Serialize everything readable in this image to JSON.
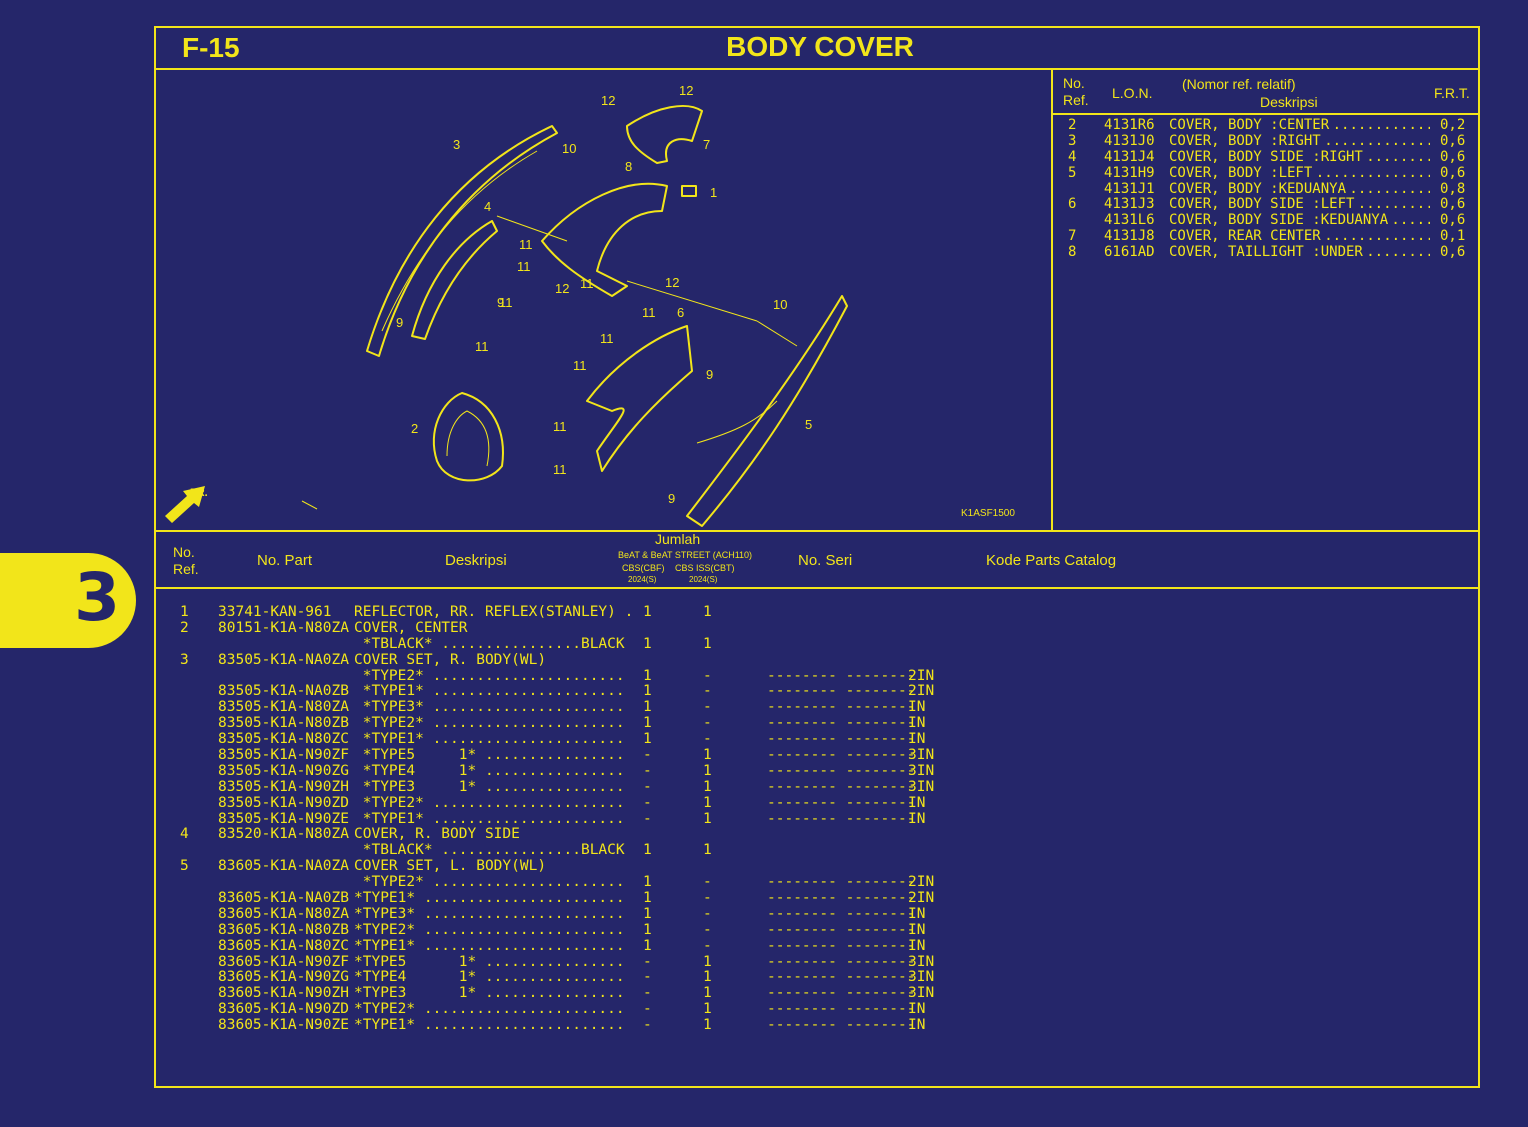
{
  "header": {
    "code": "F-15",
    "title": "BODY COVER"
  },
  "side_tab": {
    "label": "3"
  },
  "diagram": {
    "image_code": "K1ASF1500",
    "fr_label": "FR.",
    "callouts": [
      "12",
      "12",
      "3",
      "10",
      "7",
      "8",
      "1",
      "4",
      "11",
      "11",
      "9",
      "12",
      "11",
      "11",
      "12",
      "9",
      "11",
      "11",
      "6",
      "10",
      "11",
      "11",
      "9",
      "2",
      "11",
      "5",
      "11",
      "9"
    ]
  },
  "ref_table": {
    "headers": {
      "no_ref": "No.\nRef.",
      "lon": "L.O.N.",
      "desc_top": "(Nomor ref. relatif)",
      "desc": "Deskripsi",
      "frt": "F.R.T."
    },
    "rows": [
      {
        "no": "2",
        "lon": "4131R6",
        "desc": "COVER, BODY :CENTER",
        "frt": "0,2"
      },
      {
        "no": "3",
        "lon": "4131J0",
        "desc": "COVER, BODY :RIGHT",
        "frt": "0,6"
      },
      {
        "no": "4",
        "lon": "4131J4",
        "desc": "COVER, BODY SIDE :RIGHT",
        "frt": "0,6"
      },
      {
        "no": "5",
        "lon": "4131H9",
        "desc": "COVER, BODY :LEFT",
        "frt": "0,6"
      },
      {
        "no": "",
        "lon": "4131J1",
        "desc": "COVER, BODY :KEDUANYA",
        "frt": "0,8"
      },
      {
        "no": "6",
        "lon": "4131J3",
        "desc": "COVER, BODY SIDE :LEFT",
        "frt": "0,6"
      },
      {
        "no": "",
        "lon": "4131L6",
        "desc": "COVER, BODY SIDE :KEDUANYA",
        "frt": "0,6"
      },
      {
        "no": "7",
        "lon": "4131J8",
        "desc": "COVER, REAR CENTER",
        "frt": "0,1"
      },
      {
        "no": "8",
        "lon": "6161AD",
        "desc": "COVER, TAILLIGHT :UNDER",
        "frt": "0,6"
      }
    ]
  },
  "parts_table": {
    "headers": {
      "no_ref": "No.\nRef.",
      "no_part": "No. Part",
      "desc": "Deskripsi",
      "jumlah": "Jumlah",
      "jumlah_model": "BeAT & BeAT STREET (ACH110)",
      "col1": "CBS(CBF)",
      "col1_year": "2024(S)",
      "col2": "CBS ISS(CBT)",
      "col2_year": "2024(S)",
      "no_seri": "No. Seri",
      "kode": "Kode Parts Catalog"
    },
    "rows": [
      {
        "ref": "1",
        "part": "33741-KAN-961",
        "desc": "REFLECTOR, RR. REFLEX(STANLEY) .",
        "q1": "1",
        "q2": "1",
        "seri": "",
        "code": ""
      },
      {
        "ref": "2",
        "part": "80151-K1A-N80ZA",
        "desc": "COVER, CENTER",
        "q1": "",
        "q2": "",
        "seri": "",
        "code": ""
      },
      {
        "ref": "",
        "part": "",
        "desc": " *TBLACK* ................BLACK",
        "q1": "1",
        "q2": "1",
        "seri": "",
        "code": ""
      },
      {
        "ref": "3",
        "part": "83505-K1A-NA0ZA",
        "desc": "COVER SET, R. BODY(WL)",
        "q1": "",
        "q2": "",
        "seri": "",
        "code": ""
      },
      {
        "ref": "",
        "part": "",
        "desc": " *TYPE2* ......................",
        "q1": "1",
        "q2": "-",
        "seri": "-------- --------",
        "code": "2IN"
      },
      {
        "ref": "",
        "part": "83505-K1A-NA0ZB",
        "desc": " *TYPE1* ......................",
        "q1": "1",
        "q2": "-",
        "seri": "-------- --------",
        "code": "2IN"
      },
      {
        "ref": "",
        "part": "83505-K1A-N80ZA",
        "desc": " *TYPE3* ......................",
        "q1": "1",
        "q2": "-",
        "seri": "-------- --------",
        "code": "IN"
      },
      {
        "ref": "",
        "part": "83505-K1A-N80ZB",
        "desc": " *TYPE2* ......................",
        "q1": "1",
        "q2": "-",
        "seri": "-------- --------",
        "code": "IN"
      },
      {
        "ref": "",
        "part": "83505-K1A-N80ZC",
        "desc": " *TYPE1* ......................",
        "q1": "1",
        "q2": "-",
        "seri": "-------- --------",
        "code": "IN"
      },
      {
        "ref": "",
        "part": "83505-K1A-N90ZF",
        "desc": " *TYPE5     1* ................",
        "q1": "-",
        "q2": "1",
        "seri": "-------- --------",
        "code": "3IN"
      },
      {
        "ref": "",
        "part": "83505-K1A-N90ZG",
        "desc": " *TYPE4     1* ................",
        "q1": "-",
        "q2": "1",
        "seri": "-------- --------",
        "code": "3IN"
      },
      {
        "ref": "",
        "part": "83505-K1A-N90ZH",
        "desc": " *TYPE3     1* ................",
        "q1": "-",
        "q2": "1",
        "seri": "-------- --------",
        "code": "3IN"
      },
      {
        "ref": "",
        "part": "83505-K1A-N90ZD",
        "desc": " *TYPE2* ......................",
        "q1": "-",
        "q2": "1",
        "seri": "-------- --------",
        "code": "IN"
      },
      {
        "ref": "",
        "part": "83505-K1A-N90ZE",
        "desc": " *TYPE1* ......................",
        "q1": "-",
        "q2": "1",
        "seri": "-------- --------",
        "code": "IN"
      },
      {
        "ref": "4",
        "part": "83520-K1A-N80ZA",
        "desc": "COVER, R. BODY SIDE",
        "q1": "",
        "q2": "",
        "seri": "",
        "code": ""
      },
      {
        "ref": "",
        "part": "",
        "desc": " *TBLACK* ................BLACK",
        "q1": "1",
        "q2": "1",
        "seri": "",
        "code": ""
      },
      {
        "ref": "5",
        "part": "83605-K1A-NA0ZA",
        "desc": "COVER SET, L. BODY(WL)",
        "q1": "",
        "q2": "",
        "seri": "",
        "code": ""
      },
      {
        "ref": "",
        "part": "",
        "desc": " *TYPE2* ......................",
        "q1": "1",
        "q2": "-",
        "seri": "-------- --------",
        "code": "2IN"
      },
      {
        "ref": "",
        "part": "83605-K1A-NA0ZB",
        "desc": "*TYPE1* .......................",
        "q1": "1",
        "q2": "-",
        "seri": "-------- --------",
        "code": "2IN"
      },
      {
        "ref": "",
        "part": "83605-K1A-N80ZA",
        "desc": "*TYPE3* .......................",
        "q1": "1",
        "q2": "-",
        "seri": "-------- --------",
        "code": "IN"
      },
      {
        "ref": "",
        "part": "83605-K1A-N80ZB",
        "desc": "*TYPE2* .......................",
        "q1": "1",
        "q2": "-",
        "seri": "-------- --------",
        "code": "IN"
      },
      {
        "ref": "",
        "part": "83605-K1A-N80ZC",
        "desc": "*TYPE1* .......................",
        "q1": "1",
        "q2": "-",
        "seri": "-------- --------",
        "code": "IN"
      },
      {
        "ref": "",
        "part": "83605-K1A-N90ZF",
        "desc": "*TYPE5      1* ................",
        "q1": "-",
        "q2": "1",
        "seri": "-------- --------",
        "code": "3IN"
      },
      {
        "ref": "",
        "part": "83605-K1A-N90ZG",
        "desc": "*TYPE4      1* ................",
        "q1": "-",
        "q2": "1",
        "seri": "-------- --------",
        "code": "3IN"
      },
      {
        "ref": "",
        "part": "83605-K1A-N90ZH",
        "desc": "*TYPE3      1* ................",
        "q1": "-",
        "q2": "1",
        "seri": "-------- --------",
        "code": "3IN"
      },
      {
        "ref": "",
        "part": "83605-K1A-N90ZD",
        "desc": "*TYPE2* .......................",
        "q1": "-",
        "q2": "1",
        "seri": "-------- --------",
        "code": "IN"
      },
      {
        "ref": "",
        "part": "83605-K1A-N90ZE",
        "desc": "*TYPE1* .......................",
        "q1": "-",
        "q2": "1",
        "seri": "-------- --------",
        "code": "IN"
      }
    ]
  },
  "colors": {
    "background": "#25266a",
    "accent": "#f2e51a"
  }
}
